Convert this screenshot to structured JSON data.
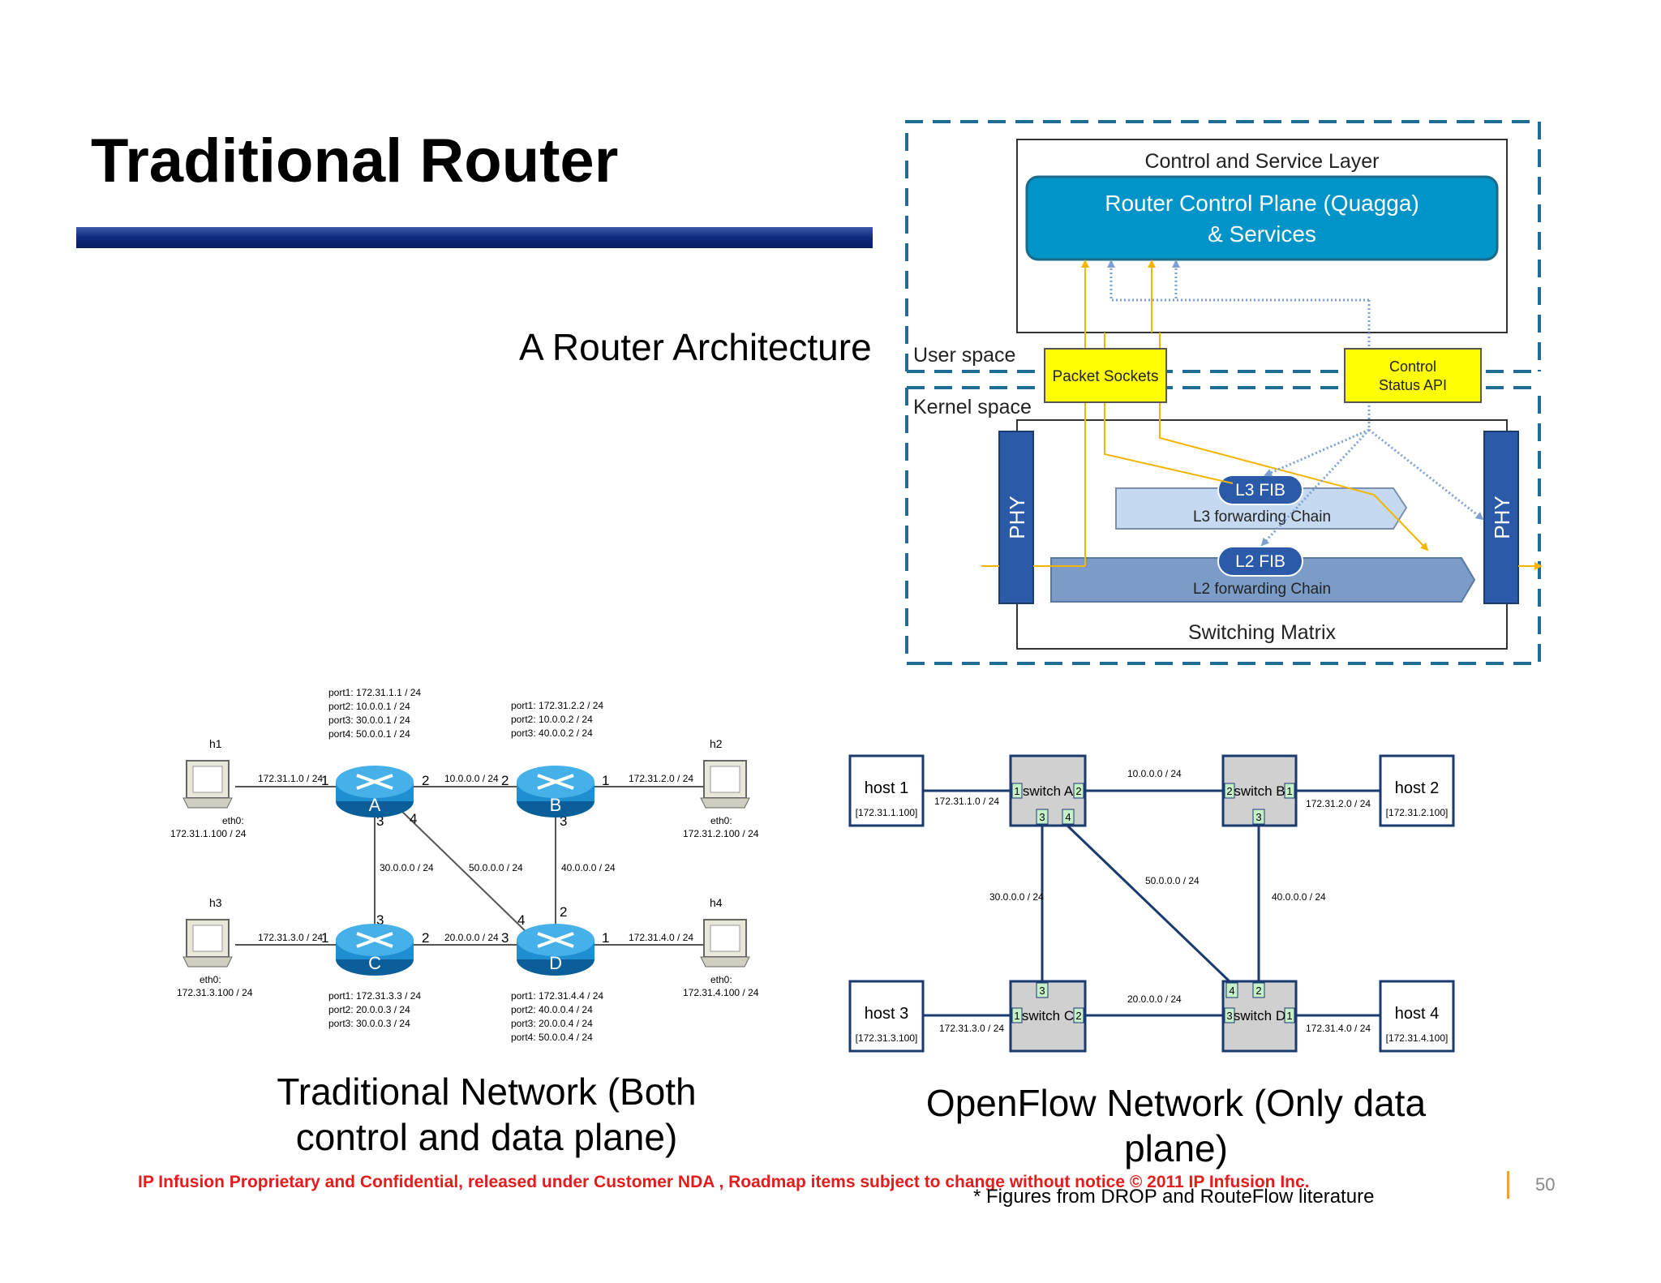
{
  "slide": {
    "title": "Traditional Router",
    "architecture_caption": "A Router Architecture",
    "traditional_caption_line1": "Traditional Network (Both",
    "traditional_caption_line2": "control and data plane)",
    "openflow_caption_line1": "OpenFlow Network (Only data",
    "openflow_caption_line2": "plane)",
    "footer": "IP Infusion Proprietary and Confidential, released under Customer NDA , Roadmap items subject to change without notice    © 2011 IP Infusion Inc.",
    "figures_note": "* Figures from DROP and RouteFlow literature",
    "page_number": "50"
  },
  "architecture": {
    "control_layer": "Control and Service Layer",
    "control_plane_line1": "Router Control Plane (Quagga)",
    "control_plane_line2": "& Services",
    "user_space": "User space",
    "kernel_space": "Kernel space",
    "packet_sockets": "Packet Sockets",
    "control_status_line1": "Control",
    "control_status_line2": "Status API",
    "l3_fib": "L3 FIB",
    "l3_chain": "L3 forwarding Chain",
    "l2_fib": "L2 FIB",
    "l2_chain": "L2 forwarding Chain",
    "switching_matrix": "Switching Matrix",
    "phy_left": "PHY",
    "phy_right": "PHY",
    "colors": {
      "dashed_border": "#1f6c97",
      "control_plane": "#0094c8",
      "yellow_box": "#ffff00",
      "phy": "#2a5aa8",
      "fib": "#2a5aa8"
    }
  },
  "traditional_network": {
    "routers": [
      {
        "letter": "A",
        "ports": [
          "port1: 172.31.1.1 / 24",
          "port2: 10.0.0.1 / 24",
          "port3: 30.0.0.1 / 24",
          "port4: 50.0.0.1 / 24"
        ]
      },
      {
        "letter": "B",
        "ports": [
          "port1: 172.31.2.2 / 24",
          "port2: 10.0.0.2 / 24",
          "port3: 40.0.0.2 / 24"
        ]
      },
      {
        "letter": "C",
        "ports": [
          "port1: 172.31.3.3 / 24",
          "port2: 20.0.0.3 / 24",
          "port3: 30.0.0.3 / 24"
        ]
      },
      {
        "letter": "D",
        "ports": [
          "port1: 172.31.4.4 / 24",
          "port2: 40.0.0.4 / 24",
          "port3: 20.0.0.4 / 24",
          "port4: 50.0.0.4 / 24"
        ]
      }
    ],
    "hosts": [
      {
        "name": "h1",
        "eth_label": "eth0:",
        "eth": "172.31.1.100 / 24"
      },
      {
        "name": "h2",
        "eth_label": "eth0:",
        "eth": "172.31.2.100 / 24"
      },
      {
        "name": "h3",
        "eth_label": "eth0:",
        "eth": "172.31.3.100 / 24"
      },
      {
        "name": "h4",
        "eth_label": "eth0:",
        "eth": "172.31.4.100 / 24"
      }
    ],
    "links": {
      "h1_a": "172.31.1.0 / 24",
      "a_b": "10.0.0.0 / 24",
      "b_h2": "172.31.2.0 / 24",
      "a_c": "30.0.0.0 / 24",
      "a_d": "50.0.0.0 / 24",
      "b_d": "40.0.0.0 / 24",
      "h3_c": "172.31.3.0 / 24",
      "c_d": "20.0.0.0 / 24",
      "d_h4": "172.31.4.0 / 24"
    },
    "port_numbers": {
      "a_left": "1",
      "a_right": "2",
      "a_bottom": "3",
      "a_diag": "4",
      "b_left": "2",
      "b_right": "1",
      "b_bottom": "3",
      "c_top": "3",
      "c_left": "1",
      "c_right": "2",
      "d_diag": "4",
      "d_top": "2",
      "d_left": "3",
      "d_right": "1"
    },
    "router_color": "#1e8fd0"
  },
  "openflow_network": {
    "hosts": [
      {
        "name": "host 1",
        "ip": "[172.31.1.100]"
      },
      {
        "name": "host 2",
        "ip": "[172.31.2.100]"
      },
      {
        "name": "host 3",
        "ip": "[172.31.3.100]"
      },
      {
        "name": "host 4",
        "ip": "[172.31.4.100]"
      }
    ],
    "switches": [
      {
        "name": "switch A"
      },
      {
        "name": "switch B"
      },
      {
        "name": "switch C"
      },
      {
        "name": "switch D"
      }
    ],
    "links": {
      "h1_a": "172.31.1.0 / 24",
      "a_b": "10.0.0.0 / 24",
      "b_h2": "172.31.2.0 / 24",
      "a_c": "30.0.0.0 / 24",
      "a_d": "50.0.0.0 / 24",
      "b_d": "40.0.0.0 / 24",
      "h3_c": "172.31.3.0 / 24",
      "c_d": "20.0.0.0 / 24",
      "d_h4": "172.31.4.0 / 24"
    },
    "port_numbers": {
      "a_left": "1",
      "a_right": "2",
      "a_bottom3": "3",
      "a_bottom4": "4",
      "b_left": "2",
      "b_right": "1",
      "b_bottom": "3",
      "c_left": "1",
      "c_right": "2",
      "c_top": "3",
      "d_left": "3",
      "d_right": "1",
      "d_top4": "4",
      "d_top2": "2"
    },
    "switch_color": "#d0d0d0",
    "port_color": "#c8f0c8"
  }
}
